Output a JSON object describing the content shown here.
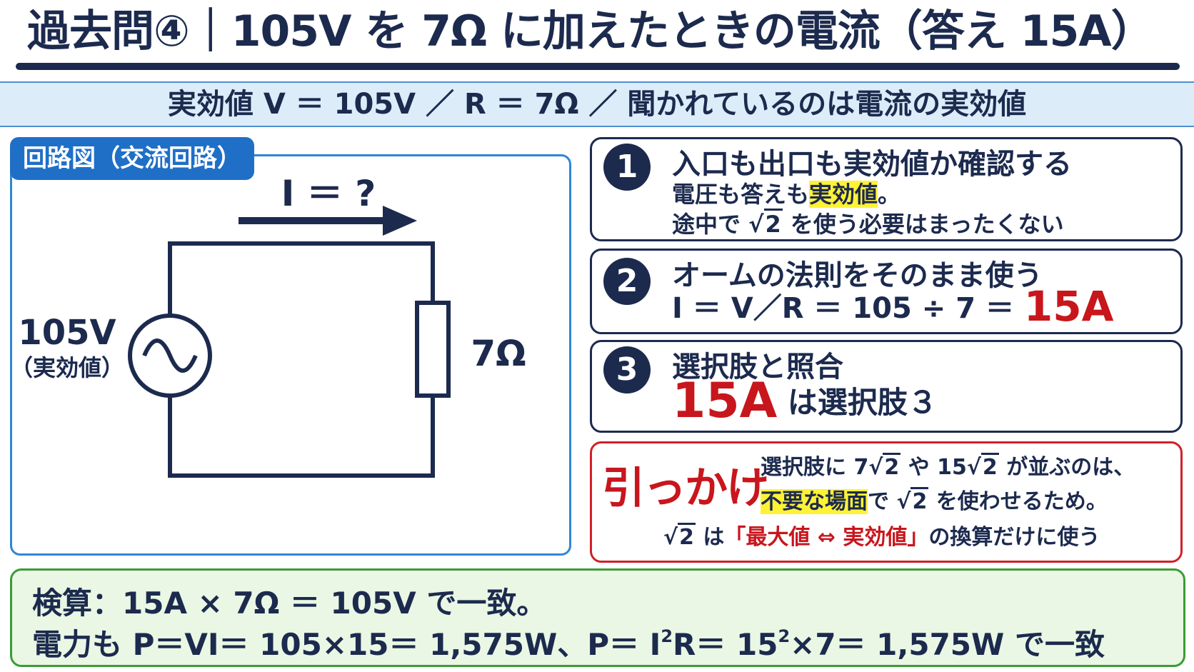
{
  "title": "過去問④｜105V を 7Ω に加えたときの電流（答え 15A）",
  "given": "実効値 V ＝ 105V ／ R ＝ 7Ω ／ 聞かれているのは電流の実効値",
  "circuit": {
    "tag": "回路図（交流回路）",
    "current_label": "I ＝ ?",
    "source_voltage": "105V",
    "source_note": "（実効値）",
    "resistance": "7Ω",
    "ac_symbol": "~"
  },
  "steps": [
    {
      "num": "1",
      "title": "入口も出口も実効値か確認する",
      "line1_prefix": "電圧も答えも",
      "line1_highlight": "実効値",
      "line1_suffix": "。",
      "line2_prefix": "途中で",
      "line2_sqrt": "2",
      "line2_suffix": "を使う必要はまったくない"
    },
    {
      "num": "2",
      "title": "オームの法則をそのまま使う",
      "formula": "I ＝ V／R ＝ 105 ÷ 7 ＝",
      "answer": "15A"
    },
    {
      "num": "3",
      "title": "選択肢と照合",
      "answer": "15A",
      "answer_suffix": "は選択肢３"
    }
  ],
  "trap": {
    "label": "引っかけ",
    "line1_a": "選択肢に 7",
    "line1_sqrt1": "2",
    "line1_b": "や 15",
    "line1_sqrt2": "2",
    "line1_c": "が並ぶのは、",
    "line2_highlight": "不要な場面",
    "line2_a": "で",
    "line2_sqrt": "2",
    "line2_b": "を使わせるため。",
    "line3_sqrt": "2",
    "line3_a": "は",
    "line3_red": "「最大値 ⇔ 実効値」",
    "line3_b": "の換算だけに使う"
  },
  "check": {
    "line1": "検算：15A × 7Ω ＝ 105V で一致。",
    "line2_a": "電力も P＝VI＝ 105×15＝ 1,575W、P＝ I",
    "line2_sup1": "2",
    "line2_b": "R＝ 15",
    "line2_sup2": "2",
    "line2_c": "×7＝ 1,575W で一致"
  },
  "colors": {
    "navy": "#1c2a4e",
    "accent_red": "#c8161d",
    "highlight_yellow": "#fff235",
    "panel_blue": "#2f86d8",
    "given_bg": "#dcecf9",
    "check_bg": "#e9f7e4"
  }
}
